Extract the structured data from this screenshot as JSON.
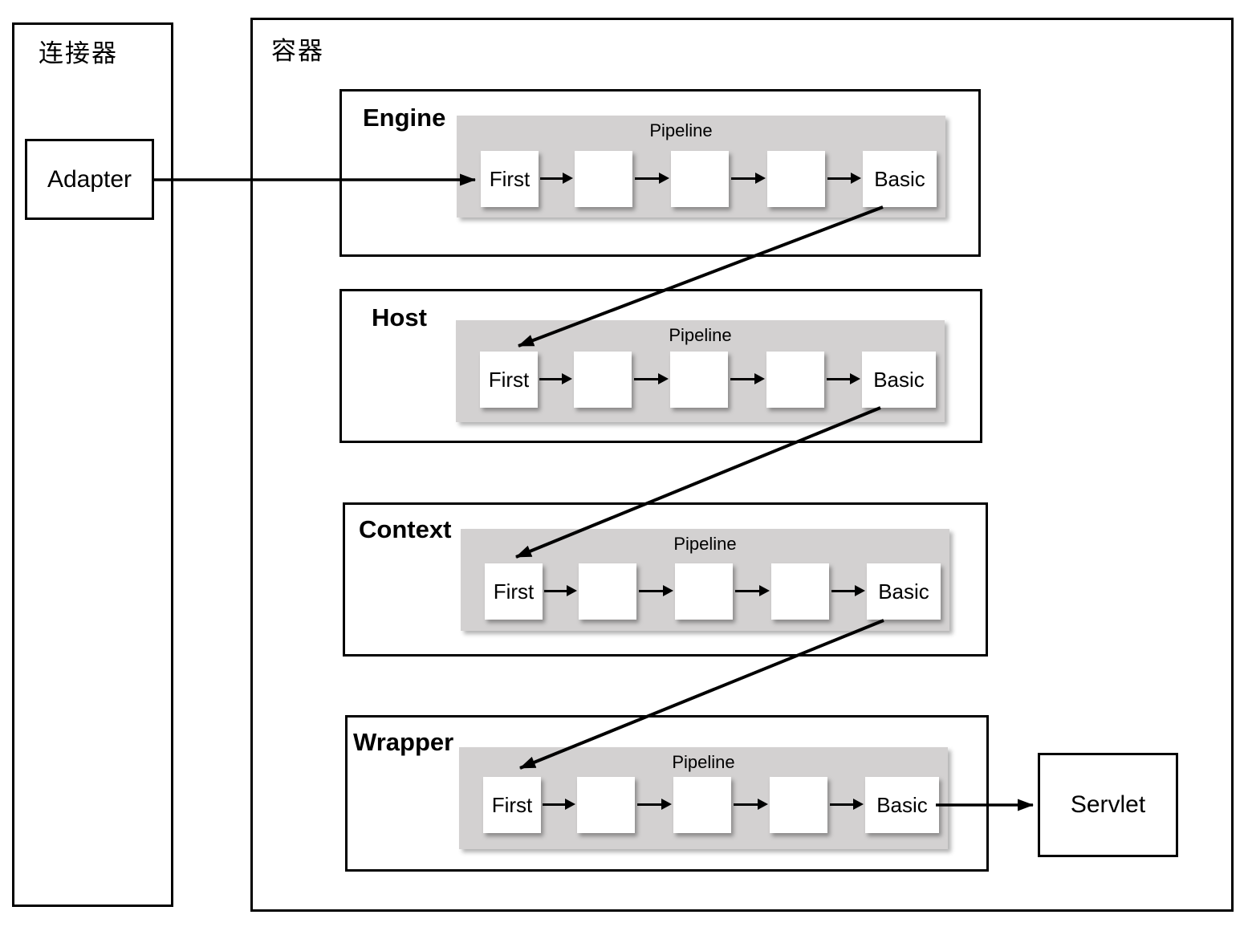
{
  "diagram": {
    "connector": {
      "title": "连接器",
      "adapter": "Adapter"
    },
    "container": {
      "title": "容器",
      "sections": [
        {
          "name": "Engine",
          "pipeline": "Pipeline",
          "first": "First",
          "basic": "Basic"
        },
        {
          "name": "Host",
          "pipeline": "Pipeline",
          "first": "First",
          "basic": "Basic"
        },
        {
          "name": "Context",
          "pipeline": "Pipeline",
          "first": "First",
          "basic": "Basic"
        },
        {
          "name": "Wrapper",
          "pipeline": "Pipeline",
          "first": "First",
          "basic": "Basic"
        }
      ],
      "servlet": "Servlet"
    },
    "colors": {
      "pipeline_bg": "#d3d1d1",
      "line": "#000000",
      "box_bg": "#ffffff",
      "border": "#000000"
    }
  }
}
